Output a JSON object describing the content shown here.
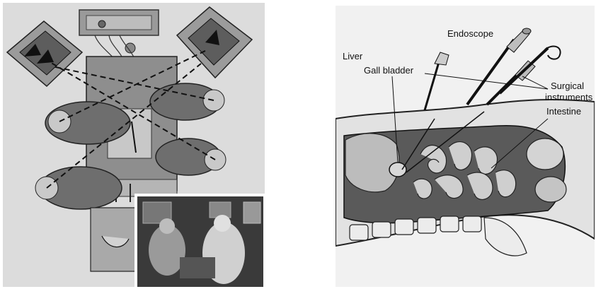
{
  "figure": {
    "left_panel": {
      "photo_inset": true
    },
    "right_panel": {
      "labels": {
        "endoscope": "Endoscope",
        "liver": "Liver",
        "gall_bladder": "Gall bladder",
        "surgical_instruments_line1": "Surgical",
        "surgical_instruments_line2": "instruments",
        "intestine": "Intestine"
      }
    }
  }
}
